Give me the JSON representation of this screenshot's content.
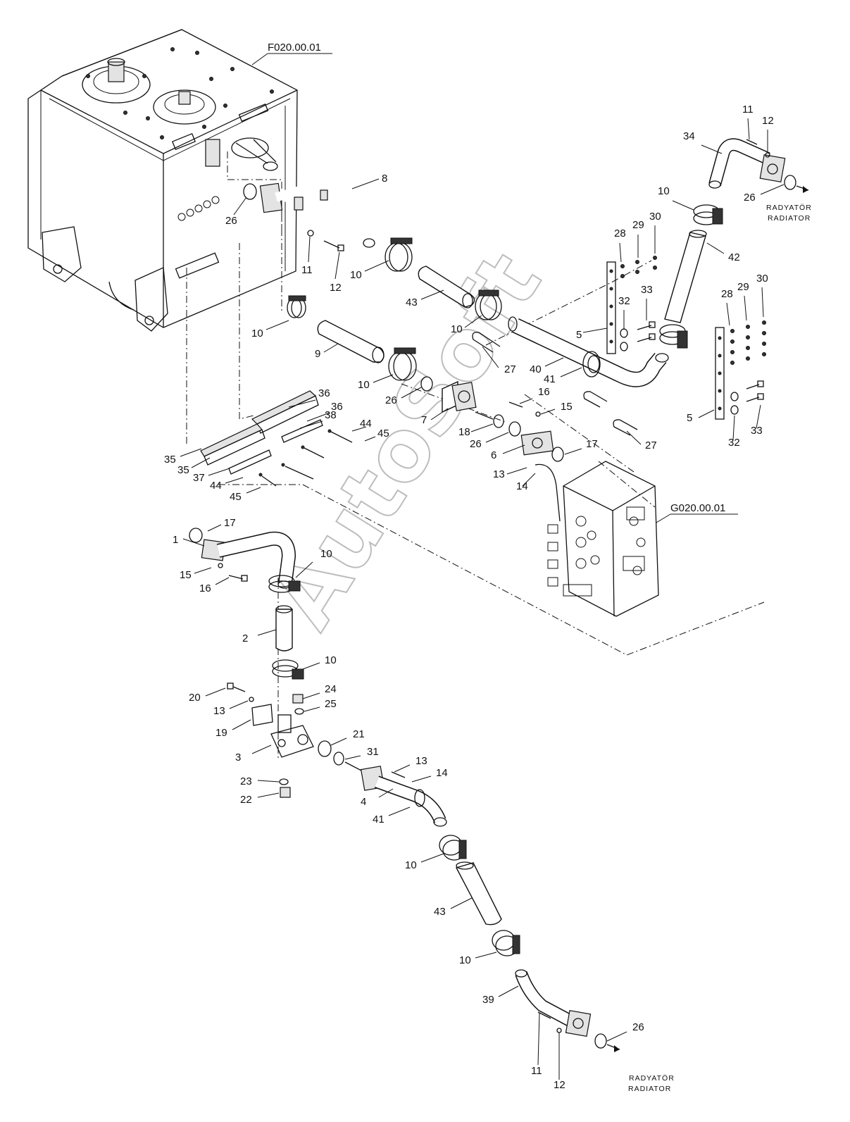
{
  "references": {
    "tank": "F020.00.01",
    "valve_block": "G020.00.01"
  },
  "destinations": {
    "top_line1": "RADYATÖR",
    "top_line2": "RADIATOR",
    "bottom_line1": "RADYATÖR",
    "bottom_line2": "RADIATOR"
  },
  "watermark": "AutoSoft",
  "callouts": [
    {
      "id": "c01",
      "text": "8"
    },
    {
      "id": "c02",
      "text": "26"
    },
    {
      "id": "c03",
      "text": "11"
    },
    {
      "id": "c04",
      "text": "12"
    },
    {
      "id": "c05",
      "text": "10"
    },
    {
      "id": "c06",
      "text": "43"
    },
    {
      "id": "c07",
      "text": "10"
    },
    {
      "id": "c08",
      "text": "10"
    },
    {
      "id": "c09",
      "text": "9"
    },
    {
      "id": "c10",
      "text": "10"
    },
    {
      "id": "c11",
      "text": "26"
    },
    {
      "id": "c12",
      "text": "7"
    },
    {
      "id": "c13",
      "text": "18"
    },
    {
      "id": "c14",
      "text": "26"
    },
    {
      "id": "c15",
      "text": "16"
    },
    {
      "id": "c16",
      "text": "15"
    },
    {
      "id": "c17",
      "text": "6"
    },
    {
      "id": "c18",
      "text": "17"
    },
    {
      "id": "c19",
      "text": "13"
    },
    {
      "id": "c20",
      "text": "14"
    },
    {
      "id": "c21",
      "text": "27"
    },
    {
      "id": "c22",
      "text": "40"
    },
    {
      "id": "c23",
      "text": "41"
    },
    {
      "id": "c24",
      "text": "5"
    },
    {
      "id": "c25",
      "text": "28"
    },
    {
      "id": "c26",
      "text": "29"
    },
    {
      "id": "c27",
      "text": "30"
    },
    {
      "id": "c28",
      "text": "32"
    },
    {
      "id": "c29",
      "text": "33"
    },
    {
      "id": "c30",
      "text": "34"
    },
    {
      "id": "c31",
      "text": "11"
    },
    {
      "id": "c32",
      "text": "12"
    },
    {
      "id": "c33",
      "text": "26"
    },
    {
      "id": "c34",
      "text": "10"
    },
    {
      "id": "c35",
      "text": "42"
    },
    {
      "id": "c36",
      "text": "28"
    },
    {
      "id": "c37",
      "text": "29"
    },
    {
      "id": "c38",
      "text": "30"
    },
    {
      "id": "c39",
      "text": "5"
    },
    {
      "id": "c40",
      "text": "32"
    },
    {
      "id": "c41",
      "text": "33"
    },
    {
      "id": "c42",
      "text": "27"
    },
    {
      "id": "c43",
      "text": "36"
    },
    {
      "id": "c44",
      "text": "36"
    },
    {
      "id": "c45",
      "text": "38"
    },
    {
      "id": "c46",
      "text": "44"
    },
    {
      "id": "c47",
      "text": "45"
    },
    {
      "id": "c48",
      "text": "35"
    },
    {
      "id": "c49",
      "text": "35"
    },
    {
      "id": "c50",
      "text": "37"
    },
    {
      "id": "c51",
      "text": "44"
    },
    {
      "id": "c52",
      "text": "45"
    },
    {
      "id": "c53",
      "text": "17"
    },
    {
      "id": "c54",
      "text": "1"
    },
    {
      "id": "c55",
      "text": "15"
    },
    {
      "id": "c56",
      "text": "16"
    },
    {
      "id": "c57",
      "text": "10"
    },
    {
      "id": "c58",
      "text": "2"
    },
    {
      "id": "c59",
      "text": "10"
    },
    {
      "id": "c60",
      "text": "20"
    },
    {
      "id": "c61",
      "text": "13"
    },
    {
      "id": "c62",
      "text": "24"
    },
    {
      "id": "c63",
      "text": "25"
    },
    {
      "id": "c64",
      "text": "19"
    },
    {
      "id": "c65",
      "text": "21"
    },
    {
      "id": "c66",
      "text": "3"
    },
    {
      "id": "c67",
      "text": "31"
    },
    {
      "id": "c68",
      "text": "13"
    },
    {
      "id": "c69",
      "text": "14"
    },
    {
      "id": "c70",
      "text": "23"
    },
    {
      "id": "c71",
      "text": "4"
    },
    {
      "id": "c72",
      "text": "22"
    },
    {
      "id": "c73",
      "text": "41"
    },
    {
      "id": "c74",
      "text": "10"
    },
    {
      "id": "c75",
      "text": "43"
    },
    {
      "id": "c76",
      "text": "10"
    },
    {
      "id": "c77",
      "text": "39"
    },
    {
      "id": "c78",
      "text": "26"
    },
    {
      "id": "c79",
      "text": "11"
    },
    {
      "id": "c80",
      "text": "12"
    }
  ]
}
